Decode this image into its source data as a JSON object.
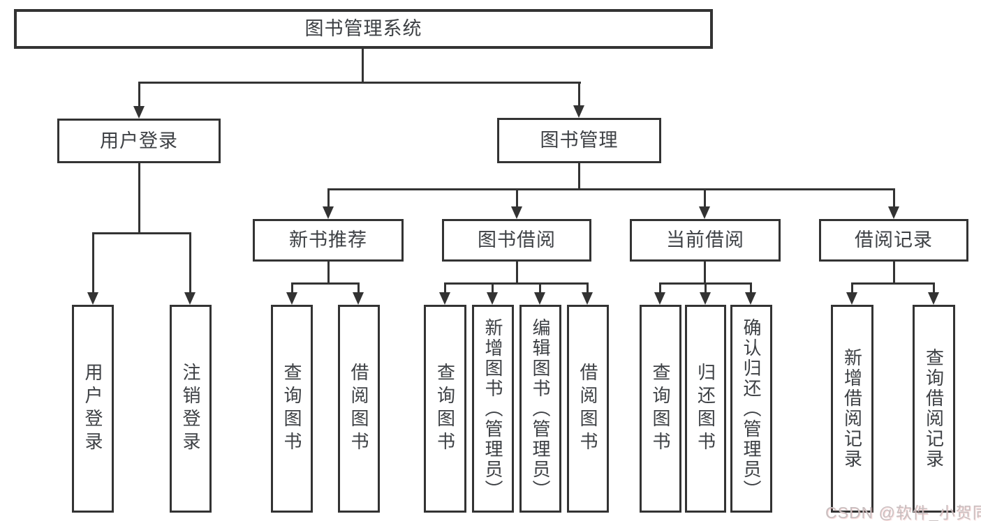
{
  "diagram": {
    "tree": {
      "label": "图书管理系统",
      "children": [
        {
          "label": "用户登录",
          "children": [
            {
              "label": "用户登录"
            },
            {
              "label": "注销登录"
            }
          ]
        },
        {
          "label": "图书管理",
          "children": [
            {
              "label": "新书推荐",
              "children": [
                {
                  "label": "查询图书"
                },
                {
                  "label": "借阅图书"
                }
              ]
            },
            {
              "label": "图书借阅",
              "children": [
                {
                  "label": "查询图书"
                },
                {
                  "label": "新增图书（管理员）"
                },
                {
                  "label": "编辑图书（管理员）"
                },
                {
                  "label": "借阅图书"
                }
              ]
            },
            {
              "label": "当前借阅",
              "children": [
                {
                  "label": "查询图书"
                },
                {
                  "label": "归还图书"
                },
                {
                  "label": "确认归还（管理员）"
                }
              ]
            },
            {
              "label": "借阅记录",
              "children": [
                {
                  "label": "新增借阅记录"
                },
                {
                  "label": "查询借阅记录"
                }
              ]
            }
          ]
        }
      ]
    }
  },
  "watermark": {
    "text": "CSDN @软件_小贺同学"
  },
  "colors": {
    "line": "#333333",
    "text": "#3d4044",
    "background": "#ffffff",
    "watermark": "#c8bfc0"
  }
}
